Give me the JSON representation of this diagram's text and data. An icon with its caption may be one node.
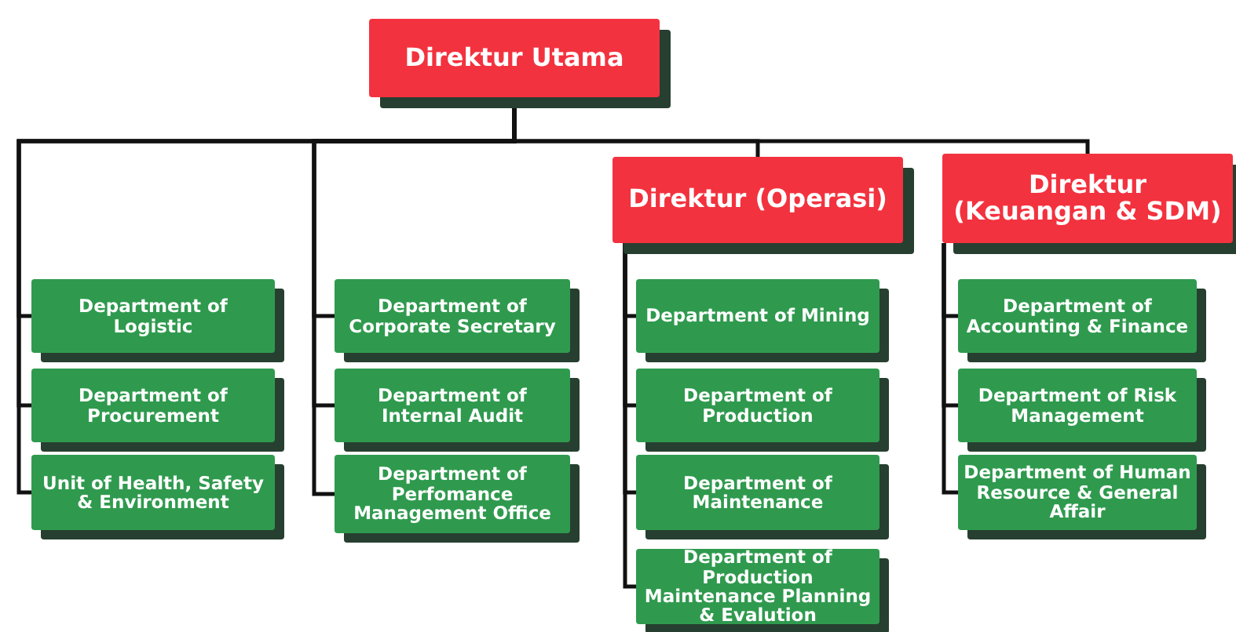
{
  "diagram": {
    "nodes": [
      {
        "text": [
          "Direktur Utama"
        ]
      },
      {
        "text": [
          "Department of Logistic"
        ]
      },
      {
        "text": [
          "Department of Procurement"
        ]
      },
      {
        "text": [
          "Unit of Health, Safety & Environment"
        ]
      },
      {
        "text": [
          "Department of Corporate Secretary"
        ]
      },
      {
        "text": [
          "Department of Internal Audit"
        ]
      },
      {
        "text": [
          "Department of Perfomance Management Office"
        ]
      },
      {
        "text": [
          "Direktur (Operasi)"
        ]
      },
      {
        "text": [
          "Department of Mining"
        ]
      },
      {
        "text": [
          "Department of Production"
        ]
      },
      {
        "text": [
          "Department of Maintenance"
        ]
      },
      {
        "text": [
          "Department of Production Maintenance Planning & Evalution"
        ]
      },
      {
        "text": [
          "Direktur (Keuangan & SDM)"
        ]
      },
      {
        "text": [
          "Department of Accounting & Finance"
        ]
      },
      {
        "text": [
          "Department of Risk Management"
        ]
      },
      {
        "text": [
          "Department of Human Resource & General Affair"
        ]
      }
    ],
    "edges": [
      {
        "from": 0,
        "to": 1,
        "arrow": "none"
      },
      {
        "from": 0,
        "to": 2,
        "arrow": "none"
      },
      {
        "from": 0,
        "to": 3,
        "arrow": "none"
      },
      {
        "from": 0,
        "to": 4,
        "arrow": "none"
      },
      {
        "from": 0,
        "to": 5,
        "arrow": "none"
      },
      {
        "from": 0,
        "to": 6,
        "arrow": "none"
      },
      {
        "from": 0,
        "to": 7,
        "arrow": "none"
      },
      {
        "from": 7,
        "to": 8,
        "arrow": "none"
      },
      {
        "from": 7,
        "to": 9,
        "arrow": "none"
      },
      {
        "from": 7,
        "to": 10,
        "arrow": "none"
      },
      {
        "from": 7,
        "to": 11,
        "arrow": "none"
      },
      {
        "from": 0,
        "to": 12,
        "arrow": "none"
      },
      {
        "from": 12,
        "to": 13,
        "arrow": "none"
      },
      {
        "from": 12,
        "to": 14,
        "arrow": "none"
      },
      {
        "from": 12,
        "to": 15,
        "arrow": "none"
      }
    ]
  }
}
